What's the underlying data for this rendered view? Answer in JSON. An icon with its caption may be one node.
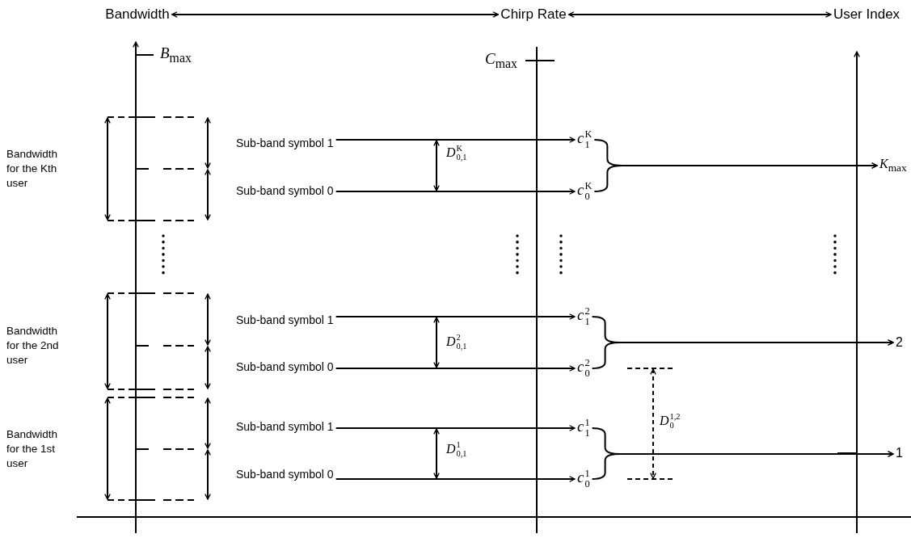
{
  "diagram": {
    "nodes": [
      {
        "text": [
          "Bandwidth"
        ]
      },
      {
        "text": [
          "Chirp Rate"
        ]
      },
      {
        "text": [
          "User Index"
        ]
      },
      {
        "text": [
          "Sub-band symbol 1"
        ]
      },
      {
        "text": [
          "Sub-band symbol 0"
        ]
      },
      {
        "text": [
          "*c*$_{1}$$^{K}$"
        ]
      },
      {
        "text": [
          "*c*$_{0}$$^{K}$"
        ]
      },
      {
        "text": [
          "*K*$_{max}$"
        ]
      },
      {
        "text": [
          "Sub-band symbol 1"
        ]
      },
      {
        "text": [
          "Sub-band symbol 0"
        ]
      },
      {
        "text": [
          "*c*$_{1}$$^{2}$"
        ]
      },
      {
        "text": [
          "*c*$_{0}$$^{2}$"
        ]
      },
      {
        "text": [
          "2"
        ]
      },
      {
        "text": [
          "Sub-band symbol 1"
        ]
      },
      {
        "text": [
          "Sub-band symbol 0"
        ]
      },
      {
        "text": [
          "*c*$_{1}$$^{1}$"
        ]
      },
      {
        "text": [
          "*c*$_{0}$$^{1}$"
        ]
      },
      {
        "text": [
          "1"
        ]
      }
    ],
    "edges": [
      {
        "from": 0,
        "to": 1,
        "arrow": "both"
      },
      {
        "from": 1,
        "to": 2,
        "arrow": "both"
      },
      {
        "from": 3,
        "to": 5,
        "arrow": "to"
      },
      {
        "from": 4,
        "to": 6,
        "arrow": "to"
      },
      {
        "from": 5,
        "to": 7,
        "arrow": "to"
      },
      {
        "from": 6,
        "to": 7,
        "arrow": "to"
      },
      {
        "from": 8,
        "to": 10,
        "arrow": "to"
      },
      {
        "from": 9,
        "to": 11,
        "arrow": "to"
      },
      {
        "from": 10,
        "to": 12,
        "arrow": "to"
      },
      {
        "from": 11,
        "to": 12,
        "arrow": "to"
      },
      {
        "from": 13,
        "to": 15,
        "arrow": "to"
      },
      {
        "from": 14,
        "to": 16,
        "arrow": "to"
      },
      {
        "from": 15,
        "to": 17,
        "arrow": "to"
      },
      {
        "from": 16,
        "to": 17,
        "arrow": "to"
      }
    ],
    "labels": [
      "*B*$_{max}$",
      "*C*$_{max}$",
      "Bandwidth for the Kth user",
      "*D*$_{0,1}$$^{K}$",
      "Bandwidth for the 2nd user",
      "*D*$_{0,1}$$^{2}$",
      "Bandwidth for the 1st user",
      "*D*$_{0,1}$$^{1}$",
      "*D*$_{0}$$^{1,2}$"
    ]
  }
}
